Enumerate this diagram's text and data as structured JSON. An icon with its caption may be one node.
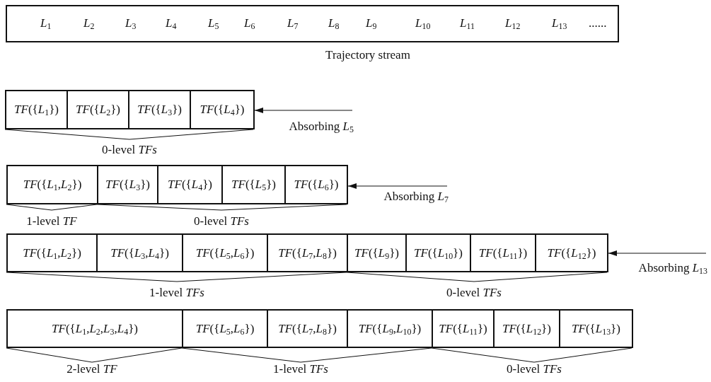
{
  "diagram": {
    "nodes": [
      {
        "text": [
          "*L*$_{1}$",
          "*L*$_{2}$",
          "*L*$_{3}$",
          "*L*$_{4}$",
          "*L*$_{5}$",
          "*L*$_{6}$",
          "*L*$_{7}$",
          "*L*$_{8}$",
          "*L*$_{9}$",
          "*L*$_{10}$",
          "*L*$_{11}$",
          "*L*$_{12}$",
          "*L*$_{13}$",
          "......"
        ],
        "beside": [
          "Trajectory stream"
        ]
      },
      {
        "text": [
          "*TF*({*L*$_{1}$})"
        ]
      },
      {
        "text": [
          "*TF*({*L*$_{2}$})"
        ]
      },
      {
        "text": [
          "*TF*({*L*$_{3}$})"
        ]
      },
      {
        "text": [
          "*TF*({*L*$_{4}$})"
        ]
      },
      {
        "text": [
          "Absorbing *L*$_{5}$"
        ]
      },
      {
        "text": [
          "*TF*({*L*$_{1}$,*L*$_{2}$})"
        ]
      },
      {
        "text": [
          "*TF*({*L*$_{3}$})"
        ]
      },
      {
        "text": [
          "*TF*({*L*$_{4}$})"
        ]
      },
      {
        "text": [
          "*TF*({*L*$_{5}$})"
        ]
      },
      {
        "text": [
          "*TF*({*L*$_{6}$})"
        ]
      },
      {
        "text": [
          "Absorbing *L*$_{7}$"
        ]
      },
      {
        "text": [
          "*TF*({*L*$_{1}$,*L*$_{2}$})"
        ]
      },
      {
        "text": [
          "*TF*({*L*$_{3}$,*L*$_{4}$})"
        ]
      },
      {
        "text": [
          "*TF*({*L*$_{5}$,*L*$_{6}$})"
        ]
      },
      {
        "text": [
          "*TF*({*L*$_{7}$,*L*$_{8}$})"
        ]
      },
      {
        "text": [
          "*TF*({*L*$_{9}$})"
        ]
      },
      {
        "text": [
          "*TF*({*L*$_{10}$})"
        ]
      },
      {
        "text": [
          "*TF*({*L*$_{11}$})"
        ]
      },
      {
        "text": [
          "*TF*({*L*$_{12}$})"
        ]
      },
      {
        "text": [
          "Absorbing *L*$_{13}$"
        ]
      },
      {
        "text": [
          "*TF*({*L*$_{1}$,*L*$_{2}$,*L*$_{3}$,*L*$_{4}$})"
        ]
      },
      {
        "text": [
          "*TF*({*L*$_{5}$,*L*$_{6}$})"
        ]
      },
      {
        "text": [
          "*TF*({*L*$_{7}$,*L*$_{8}$})"
        ]
      },
      {
        "text": [
          "*TF*({*L*$_{9}$,*L*$_{10}$})"
        ]
      },
      {
        "text": [
          "*TF*({*L*$_{11}$})"
        ]
      },
      {
        "text": [
          "*TF*({*L*$_{12}$})"
        ]
      },
      {
        "text": [
          "*TF*({*L*$_{13}$})"
        ]
      }
    ],
    "edges": [
      {
        "from": 5,
        "to": 4,
        "arrow": "to"
      },
      {
        "from": 11,
        "to": 10,
        "arrow": "to"
      },
      {
        "from": 20,
        "to": 19,
        "arrow": "to"
      }
    ],
    "labels": [
      "0-level *TFs*",
      "1-level *TF*",
      "0-level *TFs*",
      "1-level *TFs*",
      "0-level *TFs*",
      "2-level *TF*",
      "1-level *TFs*",
      "0-level *TFs*"
    ]
  }
}
